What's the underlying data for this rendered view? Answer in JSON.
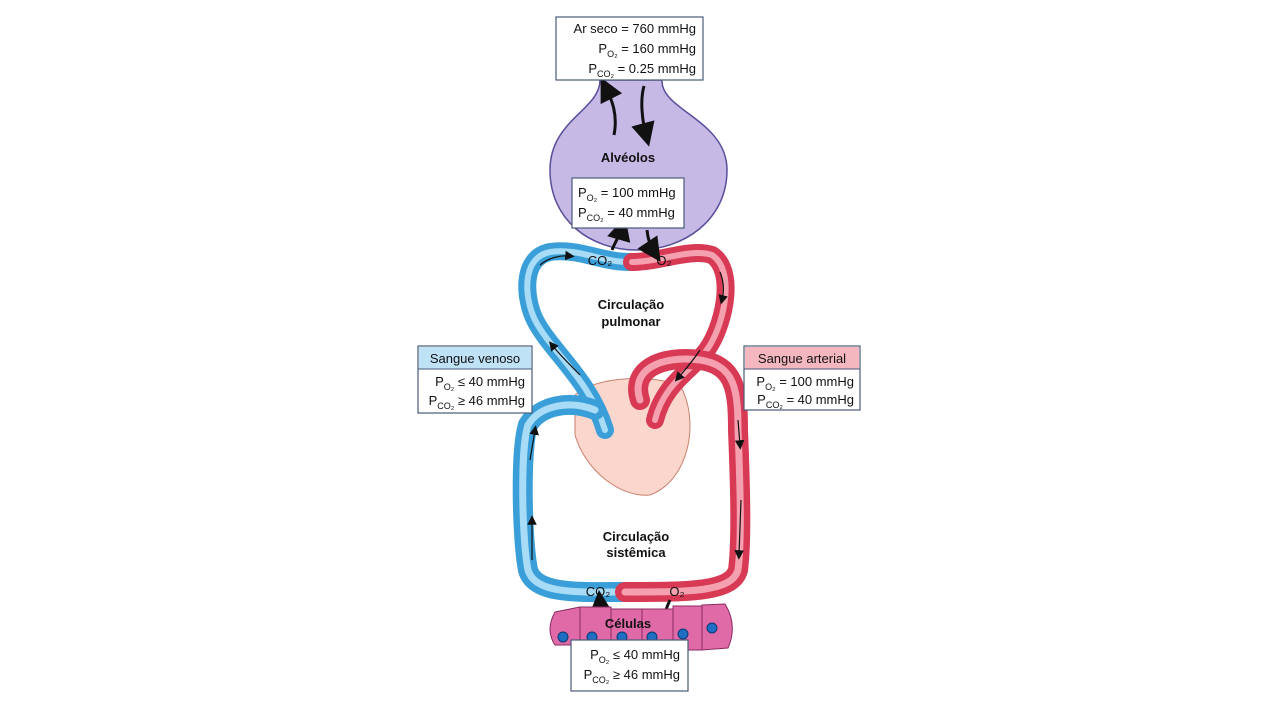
{
  "air_box": {
    "line1": "Ar seco = 760 mmHg",
    "po2": {
      "main": "P",
      "sub": "O₂",
      "value": " = 160 mmHg"
    },
    "pco2": {
      "main": "P",
      "sub": "CO₂",
      "value": " = 0.25 mmHg"
    }
  },
  "alveoli": {
    "label": "Alvéolos",
    "po2": {
      "main": "P",
      "sub": "O₂",
      "value": " = 100 mmHg"
    },
    "pco2": {
      "main": "P",
      "sub": "CO₂",
      "value": " = 40 mmHg"
    }
  },
  "pulmonary": {
    "line1": "Circulação",
    "line2": "pulmonar",
    "co2": "CO₂",
    "o2": "O₂"
  },
  "systemic": {
    "line1": "Circulação",
    "line2": "sistêmica",
    "co2": "CO₂",
    "o2": "O₂"
  },
  "venous_box": {
    "title": "Sangue venoso",
    "po2": {
      "main": "P",
      "sub": "O₂",
      "value": " ≤ 40 mmHg"
    },
    "pco2": {
      "main": "P",
      "sub": "CO₂",
      "value": " ≥ 46 mmHg"
    }
  },
  "arterial_box": {
    "title": "Sangue arterial",
    "po2": {
      "main": "P",
      "sub": "O₂",
      "value": " = 100 mmHg"
    },
    "pco2": {
      "main": "P",
      "sub": "CO₂",
      "value": " = 40 mmHg"
    }
  },
  "cells": {
    "label": "Células",
    "po2": {
      "main": "P",
      "sub": "O₂",
      "value": " ≤ 40 mmHg"
    },
    "pco2": {
      "main": "P",
      "sub": "CO₂",
      "value": " ≥ 46 mmHg"
    }
  },
  "colors": {
    "venous": "#5bb8e8",
    "arterial": "#e8506a",
    "alveolus": "#c6b9e6",
    "cells": "#e06aa8",
    "venous_header": "#bfe2f6",
    "arterial_header": "#f4b7bf"
  }
}
